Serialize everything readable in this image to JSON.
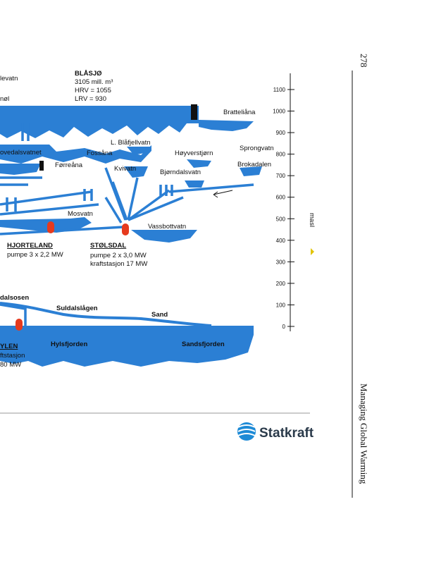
{
  "page": {
    "number": "278",
    "running_title": "Managing Global Warming"
  },
  "diagram": {
    "reservoir": {
      "name": "BLÅSJØ",
      "volume": "3105 mill. m³",
      "hrv": "HRV = 1055",
      "lrv": "LRV = 930"
    },
    "lakes": {
      "top_left_1": "levatn",
      "top_left_2": "nøl",
      "ovedalsvatnet": "ovedalsvatnet",
      "forreana": "Førreåna",
      "fossana": "Fossåna",
      "l_blafjellvatn": "L. Blåfjellvatn",
      "kvivatn": "Kvivatn",
      "hoyverstjorn": "Høyverstjørn",
      "bjorndalsvatn": "Bjørndalsvatn",
      "sprongvatn": "Sprongvatn",
      "brokadalen": "Brokadalen",
      "bratteliana": "Bratteliåna",
      "mosvatn": "Mosvatn",
      "vassbottvatn": "Vassbottvatn"
    },
    "stations": {
      "hjorteland_name": "HJORTELAND",
      "hjorteland_desc": "pumpe 3 x 2,2 MW",
      "stolsdal_name": "STØLSDAL",
      "stolsdal_desc1": "pumpe 2 x 3,0 MW",
      "stolsdal_desc2": "kraftstasjon 17 MW",
      "ylen_name": "YLEN",
      "ylen_desc1": "ftstasjon",
      "ylen_desc2": "80 MW"
    },
    "lower": {
      "dalsosen": "dalsosen",
      "suldalslagen": "Suldalslågen",
      "sand": "Sand",
      "hylsfjorden": "Hylsfjorden",
      "sandsfjorden": "Sandsfjorden"
    },
    "axis": {
      "label": "masl",
      "ticks": [
        "1100",
        "1000",
        "900",
        "800",
        "700",
        "600",
        "500",
        "400",
        "300",
        "200",
        "100",
        "0"
      ]
    },
    "logo": "Statkraft",
    "colors": {
      "water": "#2b7fd4",
      "station": "#e63a1e",
      "arrow": "#e2c400"
    }
  }
}
